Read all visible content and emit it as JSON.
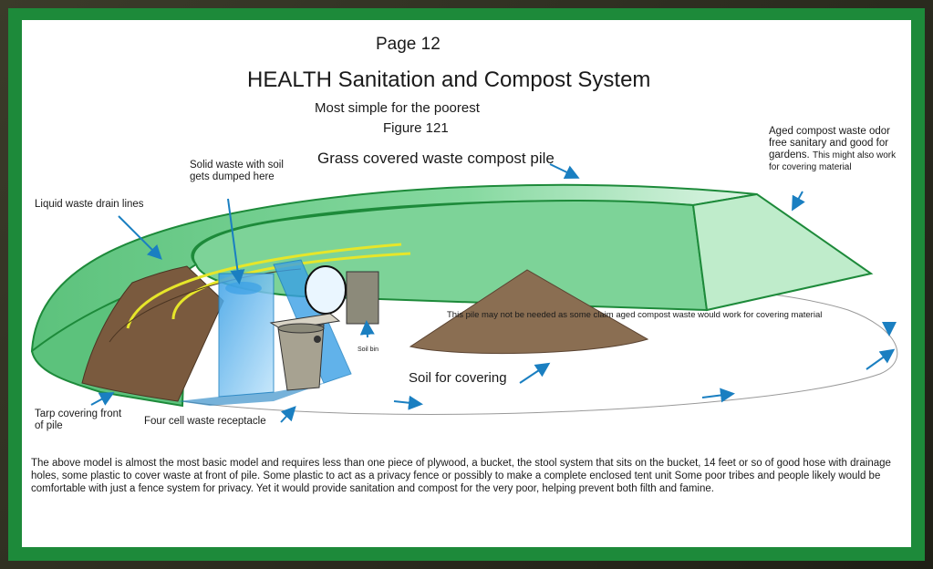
{
  "page_label": "Page 12",
  "title": "HEALTH Sanitation and Compost System",
  "subtitle": "Most simple for the poorest",
  "figure": "Figure 121",
  "labels": {
    "grass_pile": "Grass  covered waste compost pile",
    "aged_main": "Aged compost waste odor free sanitary and good for gardens.",
    "aged_small": "This might also work for covering material",
    "solid_waste": "Solid waste with soil  gets dumped here",
    "liquid_drain": "Liquid waste drain lines",
    "pile_note": "This pile may not be needed as some claim aged compost waste would work for covering material",
    "soil_covering": "Soil for covering",
    "soil_bin": "Soil bin",
    "tarp": "Tarp covering front of pile",
    "four_cell": "Four cell waste receptacle"
  },
  "description": "The above  model is almost the most basic model and requires less than one piece of plywood, a bucket, the stool  system that sits on the bucket, 14 feet or so of good hose with drainage holes, some plastic to cover waste at front of pile.  Some plastic to act as a privacy fence or possibly to make a complete enclosed tent unit  Some poor tribes and people likely would be comfortable with just a fence system for privacy.  Yet it would provide sanitation and compost for the very poor, helping prevent both filth and famine.",
  "colors": {
    "frame_green": "#1d8a3a",
    "pile_green": "#6fcf8f",
    "soil_brown": "#7a5a3e",
    "arrow_blue": "#1a7fc1",
    "drain_yellow": "#e6e62a"
  }
}
